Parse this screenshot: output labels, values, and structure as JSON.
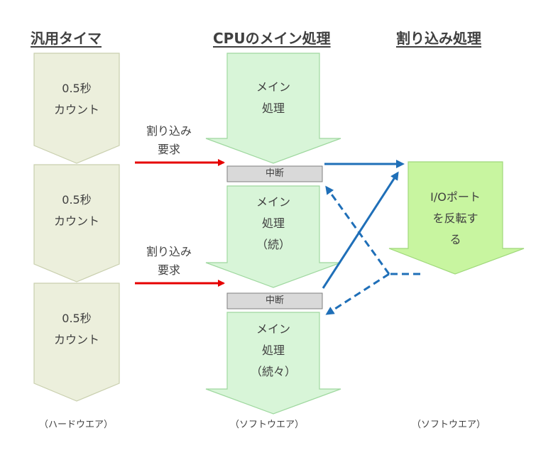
{
  "headers": {
    "timer": "汎用タイマ",
    "cpu": "CPUのメイン処理",
    "interrupt": "割り込み処理"
  },
  "timer_blocks": [
    {
      "line1": "0.5秒",
      "line2": "カウント"
    },
    {
      "line1": "0.5秒",
      "line2": "カウント"
    },
    {
      "line1": "0.5秒",
      "line2": "カウント"
    }
  ],
  "cpu_blocks": [
    {
      "lines": [
        "メイン",
        "処理"
      ]
    },
    {
      "lines": [
        "メイン",
        "処理",
        "（続）"
      ]
    },
    {
      "lines": [
        "メイン",
        "処理",
        "（続々）"
      ]
    }
  ],
  "interrupt_block": {
    "lines": [
      "I/Oポート",
      "を反転す",
      "る"
    ]
  },
  "interruption_label": "中断",
  "request_label": {
    "line1": "割り込み",
    "line2": "要求"
  },
  "footers": {
    "hardware": "（ハードウエア）",
    "software_cpu": "（ソフトウエア）",
    "software_isr": "（ソフトウエア）"
  },
  "colors": {
    "timer_fill": "#ecefdc",
    "timer_stroke": "#c9cfae",
    "cpu_fill": "#d8f5d8",
    "cpu_stroke": "#9fd89f",
    "isr_fill": "#c8f5a0",
    "isr_stroke": "#9fd87a",
    "mid_fill": "#d9d9d9",
    "mid_stroke": "#7f7f7f",
    "request_arrow": "#e60000",
    "flow_arrow": "#1f6fb8"
  }
}
